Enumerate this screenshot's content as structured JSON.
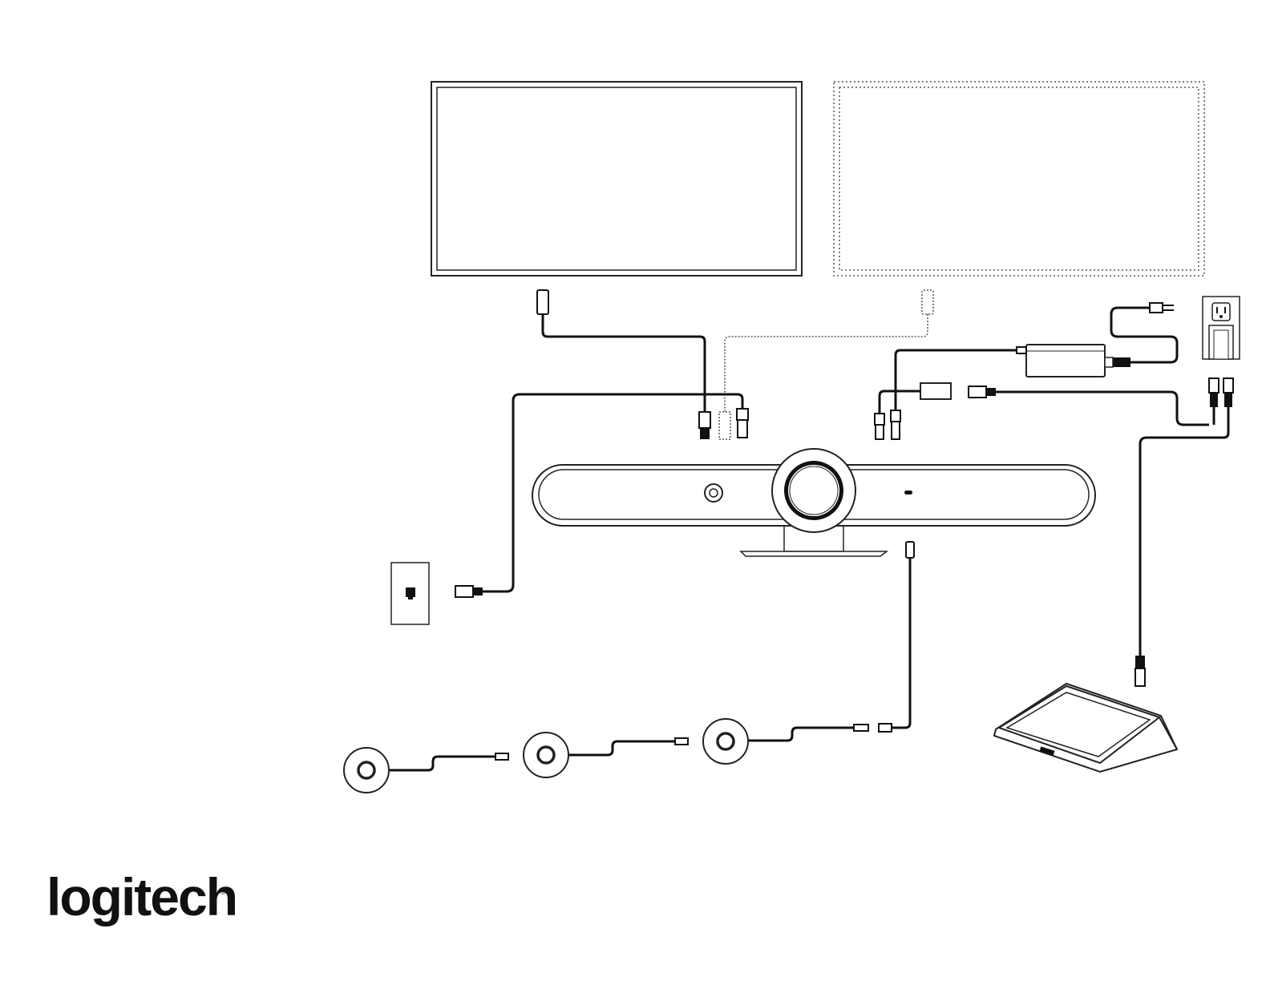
{
  "brand": {
    "name": "logitech",
    "registered_mark": "®"
  },
  "colors": {
    "line": "#222222",
    "cable": "#111111",
    "optional": "#555555",
    "background": "#ffffff"
  },
  "diagram": {
    "components": [
      {
        "id": "primary-display",
        "icon": "display-icon",
        "style": "solid"
      },
      {
        "id": "secondary-display",
        "icon": "display-icon",
        "style": "dotted (optional)"
      },
      {
        "id": "video-bar",
        "icon": "camera-bar-icon"
      },
      {
        "id": "power-adapter",
        "icon": "power-brick-icon"
      },
      {
        "id": "wall-outlet",
        "icon": "outlet-icon"
      },
      {
        "id": "network-wall-jack",
        "icon": "ethernet-jack-icon"
      },
      {
        "id": "poe-splitter",
        "icon": "splitter-icon"
      },
      {
        "id": "tap-touch-controller",
        "icon": "tablet-icon"
      },
      {
        "id": "mic-pod-1",
        "icon": "mic-pod-icon"
      },
      {
        "id": "mic-pod-2",
        "icon": "mic-pod-icon"
      },
      {
        "id": "mic-pod-3",
        "icon": "mic-pod-icon"
      }
    ]
  }
}
